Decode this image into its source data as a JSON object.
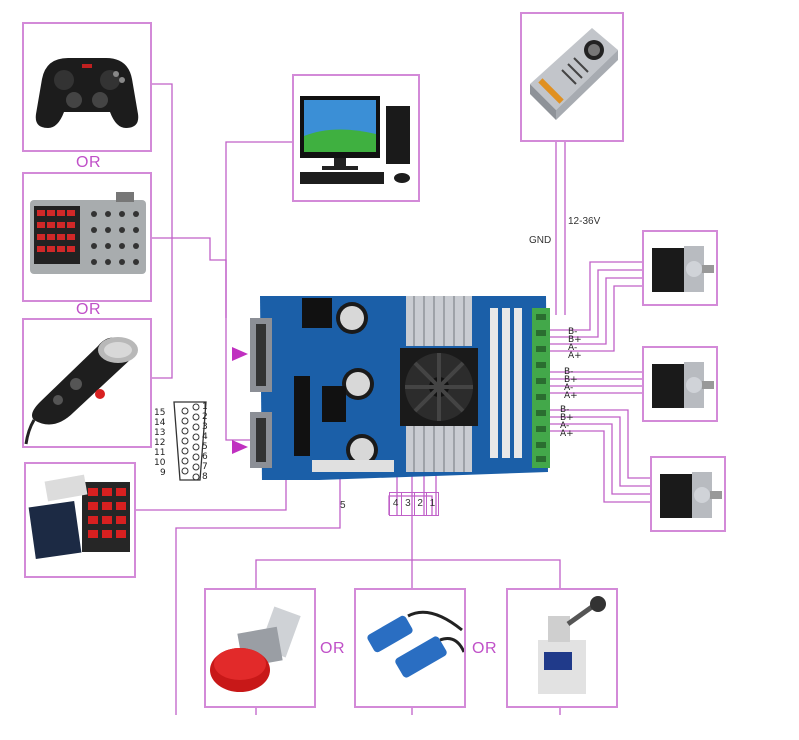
{
  "labels": {
    "or_1": "OR",
    "or_2": "OR",
    "or_3": "OR",
    "or_4": "OR",
    "gnd": "GND",
    "voltage": "12-36V",
    "pin_5": "5",
    "pin_4": "4",
    "pin_3": "3",
    "pin_2": "2",
    "pin_1": "1"
  },
  "motor_pins": [
    {
      "labels": [
        "B-",
        "B+",
        "A-",
        "A+"
      ]
    },
    {
      "labels": [
        "B-",
        "B+",
        "A-",
        "A+"
      ]
    },
    {
      "labels": [
        "B-",
        "B+",
        "A-",
        "A+"
      ]
    }
  ],
  "db15_left": [
    "15",
    "14",
    "13",
    "12",
    "11",
    "10",
    "9"
  ],
  "db15_right": [
    "1",
    "2",
    "3",
    "4",
    "5",
    "6",
    "7",
    "8"
  ],
  "components": {
    "gamepad": "gamepad-controller",
    "control_panel": "control-panel",
    "handwheel": "mpg-handwheel",
    "display": "lcd-display-module",
    "computer": "desktop-computer",
    "psu": "power-supply",
    "board": "3-axis-stepper-driver-board",
    "estop": "emergency-stop-button",
    "prox": "proximity-sensors",
    "limit": "limit-switch",
    "motor": "stepper-motor"
  },
  "colors": {
    "frame": "#d38ad8",
    "wire": "#c060c8",
    "board": "#1b5fa8",
    "heatsink": "#c9ccd2"
  }
}
